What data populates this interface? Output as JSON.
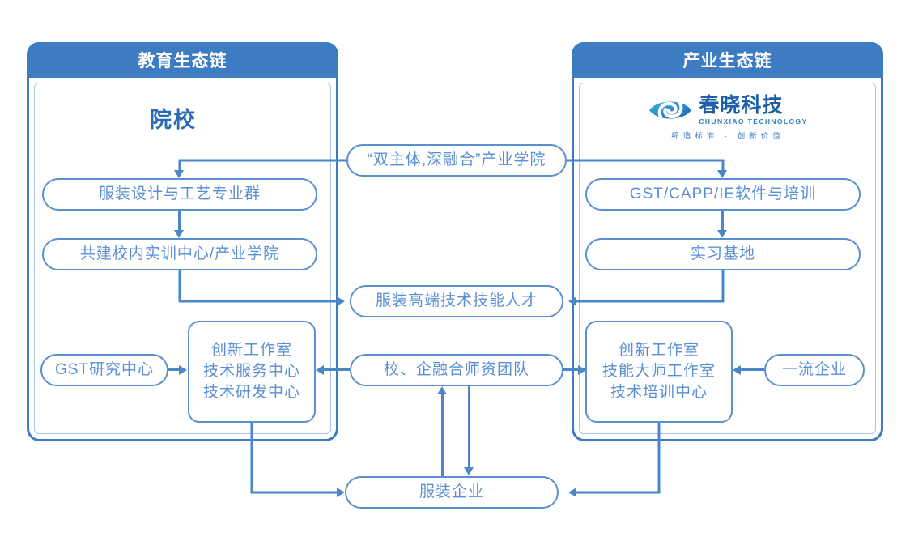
{
  "diagram": {
    "title": "教育生态链 / 产业生态链 产教融合结构图",
    "colors": {
      "panel_header_bg": "#3d7cc3",
      "panel_border": "#3d7cc3",
      "node_border": "#5b90cf",
      "node_text": "#5b8fd4",
      "connector": "#4a86c8",
      "column_title": "#2a6bb5",
      "logo_blue": "#1e5fa8"
    }
  },
  "left_panel": {
    "header": "教育生态链",
    "column_title": "院校",
    "nodes": {
      "major_group": "服装设计与工艺专业群",
      "training_center": "共建校内实训中心/产业学院",
      "gst_research": "GST研究中心",
      "centers": [
        "创新工作室",
        "技术服务中心",
        "技术研发中心"
      ]
    }
  },
  "right_panel": {
    "header": "产业生态链",
    "logo": {
      "name_cn": "春晓科技",
      "name_en": "CHUNXIAO TECHNOLOGY",
      "tagline": "缔造标准 · 创新价值",
      "mark": "eye-leaf-logo-icon"
    },
    "nodes": {
      "software_training": "GST/CAPP/IE软件与培训",
      "internship_base": "实习基地",
      "top_enterprise": "一流企业",
      "centers": [
        "创新工作室",
        "技能大师工作室",
        "技术培训中心"
      ]
    }
  },
  "center_nodes": {
    "industry_college": "“双主体,深融合”产业学院",
    "talent": "服装高端技术技能人才",
    "faculty_team": "校、企融合师资团队",
    "apparel_enterprise": "服装企业"
  }
}
